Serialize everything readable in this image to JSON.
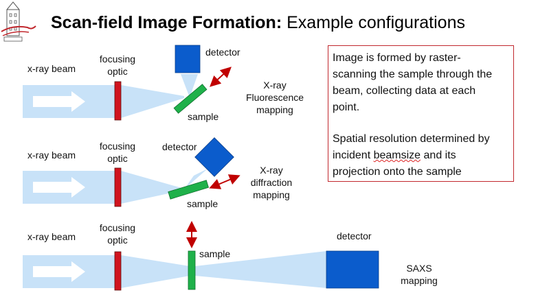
{
  "title": {
    "bold": "Scan-field Image Formation:",
    "rest": " Example configurations"
  },
  "labels": {
    "xray_beam": "x-ray beam",
    "focusing": "focusing",
    "optic": "optic",
    "detector": "detector",
    "sample": "sample"
  },
  "configs": [
    {
      "line1": "X-ray",
      "line2": "Fluorescence",
      "line3": "mapping"
    },
    {
      "line1": "X-ray",
      "line2": "diffraction",
      "line3": "mapping"
    },
    {
      "line1": "SAXS",
      "line2": "mapping"
    }
  ],
  "note": {
    "para1_l1": "Image is formed by raster-",
    "para1_l2": "scanning the sample through the",
    "para1_l3": "beam, collecting data at each",
    "para1_l4": "point.",
    "para2_l1": "Spatial resolution determined by",
    "para2_l2a": "incident ",
    "para2_l2b": "beamsize",
    "para2_l2c": " and its",
    "para2_l3": "projection onto the sample"
  },
  "colors": {
    "beam": "#c8e2f8",
    "arrow": "#ffffff",
    "optic": "#d0141f",
    "detector": "#0b5ccc",
    "sample": "#1fb14a",
    "double_arrow": "#c00000",
    "box_border": "#c1272d"
  },
  "icons": {
    "logo": "tower-logo-icon",
    "beam_arrow": "right-arrow-icon",
    "motion": "double-arrow-icon"
  }
}
